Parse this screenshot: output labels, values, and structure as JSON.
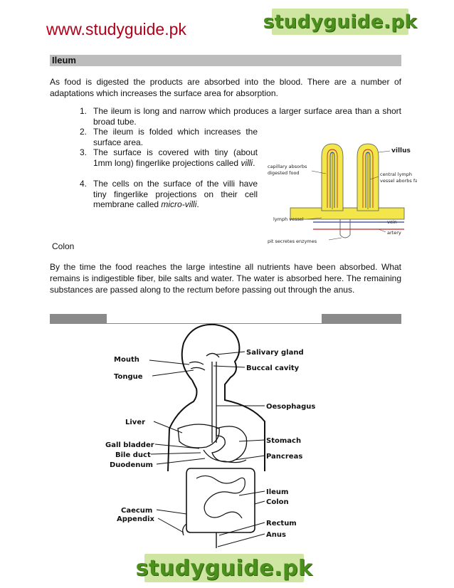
{
  "header": {
    "url": "www.studyguide.pk",
    "logo_text": "studyguide.pk"
  },
  "ileum": {
    "title": "Ileum",
    "intro": "As food is digested the products are absorbed into the blood. There are a number of adaptations which increases the surface area for absorption.",
    "items": [
      {
        "num": "1.",
        "text": "The ileum is long and narrow which produces a larger surface area than a short broad tube."
      },
      {
        "num": "2.",
        "text": "The ileum is folded which increases the surface area."
      },
      {
        "num": "3.",
        "text_before": "The surface is covered with tiny (about 1mm long) fingerlike projections called ",
        "text_em": "villi",
        "text_after": "."
      },
      {
        "num": "4.",
        "text_before": "The cells on the surface of the villi have tiny fingerlike projections on their cell membrane called ",
        "text_em": "micro-villi",
        "text_after": "."
      }
    ]
  },
  "villi_diagram": {
    "villus": "villus",
    "capillary_line1": "capillary absorbs",
    "capillary_line2": "digested food",
    "lymph_line1": "central lymph",
    "lymph_line2": "vessel aborbs fats",
    "lymph_vessel": "lymph vessel",
    "vein": "vein",
    "artery": "artery",
    "pit": "pit secretes enzymes"
  },
  "colon": {
    "title": "Colon",
    "text": "By the time the food reaches the large intestine all nutrients have been absorbed. What remains is indigestible fiber, bile salts and water. The water is absorbed here. The remaining substances are passed along to the rectum before passing out through the anus."
  },
  "digestive_diagram": {
    "mouth": "Mouth",
    "tongue": "Tongue",
    "salivary": "Salivary gland",
    "buccal": "Buccal cavity",
    "oesophagus": "Oesophagus",
    "liver": "Liver",
    "stomach": "Stomach",
    "gall": "Gall bladder",
    "bile": "Bile duct",
    "pancreas": "Pancreas",
    "duodenum": "Duodenum",
    "ileum": "Ileum",
    "colon": "Colon",
    "caecum": "Caecum",
    "appendix": "Appendix",
    "rectum": "Rectum",
    "anus": "Anus"
  },
  "colors": {
    "url": "#b0001a",
    "logo_bg": "#cfe6a2",
    "logo_text": "#4b8f1c",
    "villi_fill": "#f2e64a",
    "vein": "#2a3fa8",
    "artery": "#c02828"
  }
}
